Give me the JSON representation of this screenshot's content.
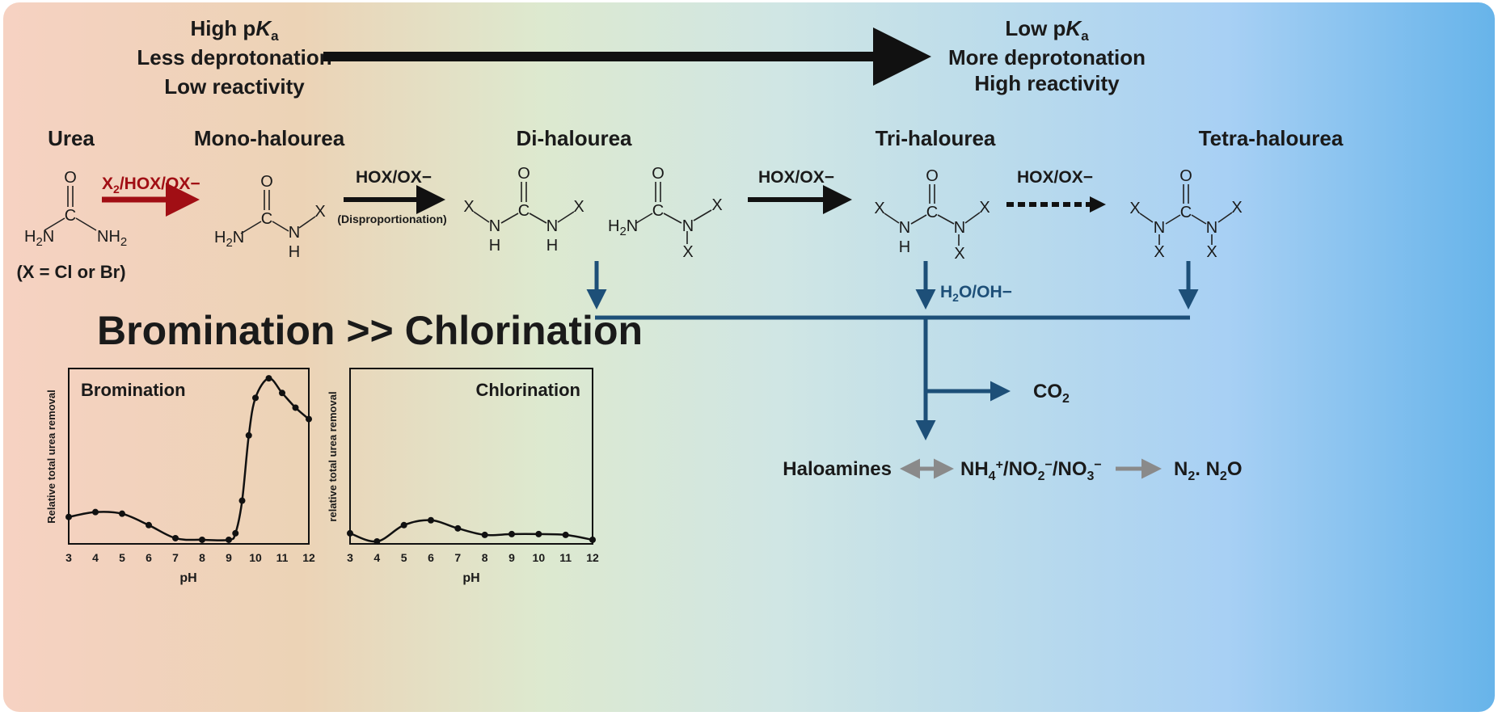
{
  "header": {
    "left_line1_prefix": "High p",
    "left_line1_k": "K",
    "left_line1_a": "a",
    "left_line2": "Less deprotonation",
    "left_line3": "Low reactivity",
    "right_line1_prefix": "Low p",
    "right_line1_k": "K",
    "right_line1_a": "a",
    "right_line2": "More deprotonation",
    "right_line3": "High reactivity"
  },
  "species": {
    "urea": "Urea",
    "mono": "Mono-halourea",
    "di": "Di-halourea",
    "tri": "Tri-halourea",
    "tetra": "Tetra-halourea",
    "x_note": "(X = Cl or Br)"
  },
  "atoms": {
    "O": "O",
    "C": "C",
    "N": "N",
    "H": "H",
    "X": "X",
    "H2": "H",
    "sub2": "2",
    "NH": "NH"
  },
  "reagents": {
    "step1_x": "X",
    "step1_sub": "2",
    "step1_rest": "/HOX/OX−",
    "step2": "HOX/OX−",
    "step2_note": "(Disproportionation)",
    "step3": "HOX/OX−",
    "step4": "HOX/OX−",
    "hydrolysis_h": "H",
    "hydrolysis_sub": "2",
    "hydrolysis_rest": "O/OH−"
  },
  "products": {
    "co2_main": "CO",
    "co2_sub": "2",
    "haloamines": "Haloamines",
    "nh4": "NH",
    "nh4_sub": "4",
    "nh4_sup": "+",
    "nox_rest": "/NO",
    "no2_sub": "2",
    "no2_sup": "−",
    "no3": "/NO",
    "no3_sub": "3",
    "no3_sup": "−",
    "n2": "N",
    "n2_sub": "2",
    "n2o": ". N",
    "n2o_sub": "2",
    "n2o_rest": "O"
  },
  "comparison_title": "Bromination >> Chlorination",
  "chart_data": [
    {
      "type": "line",
      "title": "Bromination",
      "xlabel": "pH",
      "ylabel": "Relative total urea removal",
      "xlim": [
        3,
        12
      ],
      "x_ticks": [
        "3",
        "4",
        "5",
        "6",
        "7",
        "8",
        "9",
        "10",
        "11",
        "12"
      ],
      "x": [
        3,
        4,
        5,
        6,
        7,
        8,
        9,
        9.25,
        9.5,
        9.75,
        10,
        10.5,
        11,
        11.5,
        12
      ],
      "y": [
        0.15,
        0.18,
        0.17,
        0.1,
        0.02,
        0.01,
        0.01,
        0.05,
        0.25,
        0.65,
        0.88,
        1.0,
        0.91,
        0.82,
        0.75
      ],
      "ylim": [
        0,
        1.06
      ],
      "grid": false,
      "line_color": "#111111"
    },
    {
      "type": "line",
      "title": "Chlorination",
      "xlabel": "pH",
      "ylabel": "relative total urea removal",
      "xlim": [
        3,
        12
      ],
      "x_ticks": [
        "3",
        "4",
        "5",
        "6",
        "7",
        "8",
        "9",
        "10",
        "11",
        "12"
      ],
      "x": [
        3,
        4,
        5,
        6,
        7,
        8,
        9,
        10,
        11,
        12
      ],
      "y": [
        0.05,
        0.0,
        0.1,
        0.13,
        0.08,
        0.04,
        0.045,
        0.045,
        0.04,
        0.01
      ],
      "ylim": [
        0,
        1.06
      ],
      "grid": false,
      "line_color": "#111111"
    }
  ],
  "colors": {
    "arrow_black": "#111111",
    "arrow_red": "#a10e14",
    "arrow_blue": "#1d4f78",
    "arrow_grey": "#8a8a8a"
  }
}
